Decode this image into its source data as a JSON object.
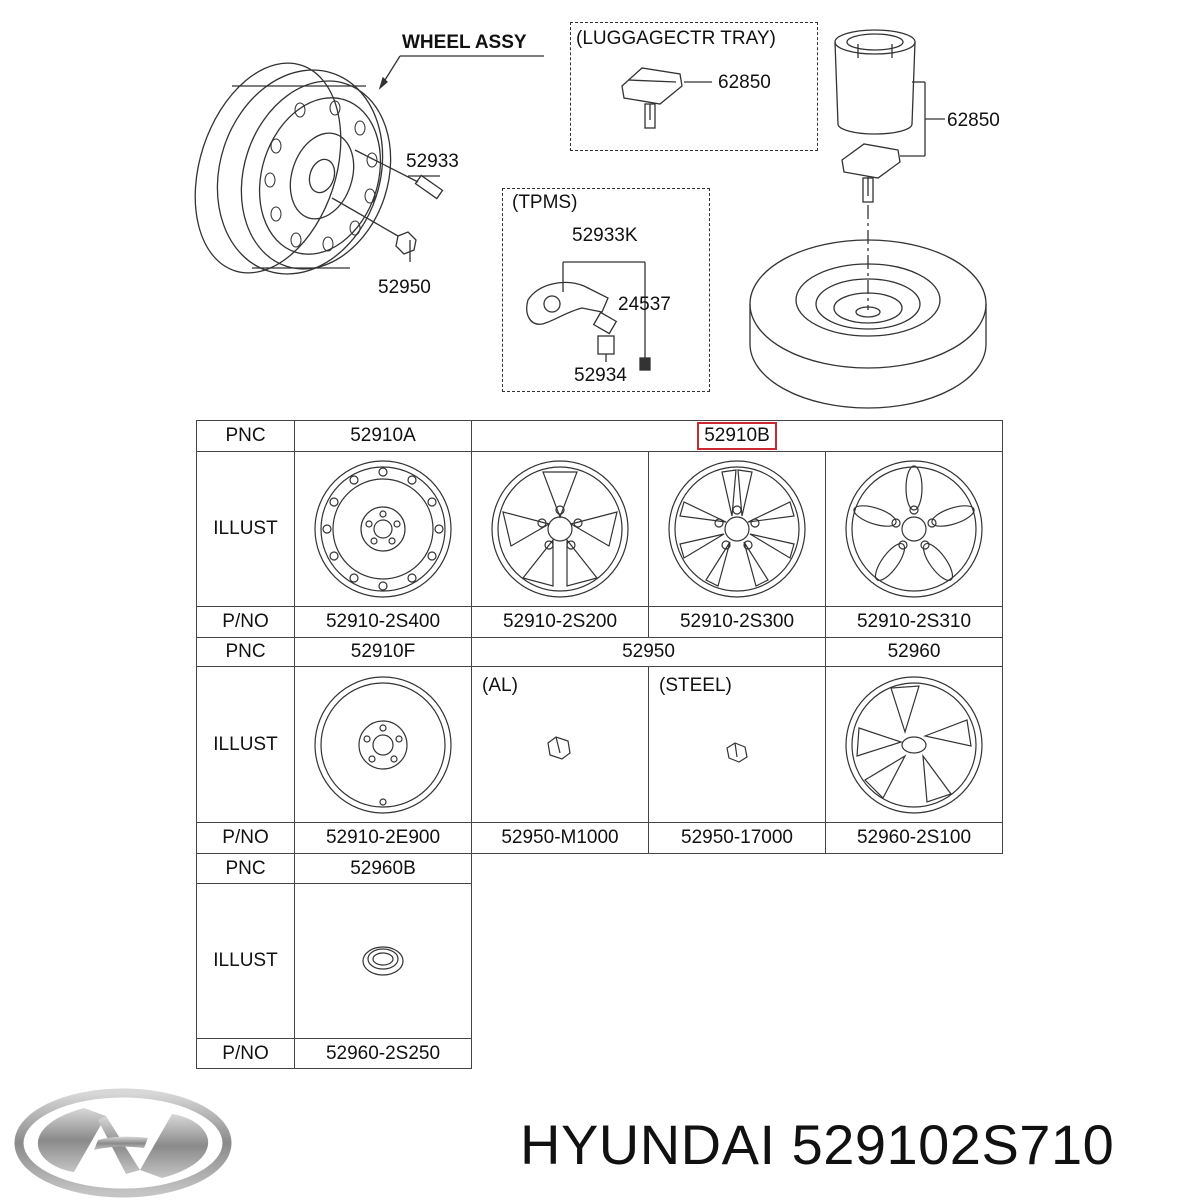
{
  "diagram": {
    "wheel_assy_label": "WHEEL ASSY",
    "luggage_tray_label": "(LUGGAGECTR TRAY)",
    "tpms_label": "(TPMS)",
    "callouts": {
      "valve": "52933",
      "nut": "52950",
      "tray_bolt": "62850",
      "spare_holder": "62850",
      "tpms_sensor": "52933K",
      "tpms_cap": "24537",
      "tpms_valve": "52934"
    }
  },
  "table": {
    "row_headers": {
      "pnc": "PNC",
      "illust": "ILLUST",
      "pno": "P/NO"
    },
    "block1": {
      "pnc_a": "52910A",
      "pnc_b": "52910B",
      "pno": [
        "52910-2S400",
        "52910-2S200",
        "52910-2S300",
        "52910-2S310"
      ]
    },
    "block2": {
      "pnc_f": "52910F",
      "pnc_nut": "52950",
      "pnc_cover": "52960",
      "tag_al": "(AL)",
      "tag_steel": "(STEEL)",
      "pno": [
        "52910-2E900",
        "52950-M1000",
        "52950-17000",
        "52960-2S100"
      ]
    },
    "block3": {
      "pnc": "52960B",
      "pno": "52960-2S250"
    }
  },
  "footer": {
    "brand_text": "HYUNDAI 529102S710"
  },
  "colors": {
    "highlight": "#c8282f",
    "line": "#333333"
  }
}
